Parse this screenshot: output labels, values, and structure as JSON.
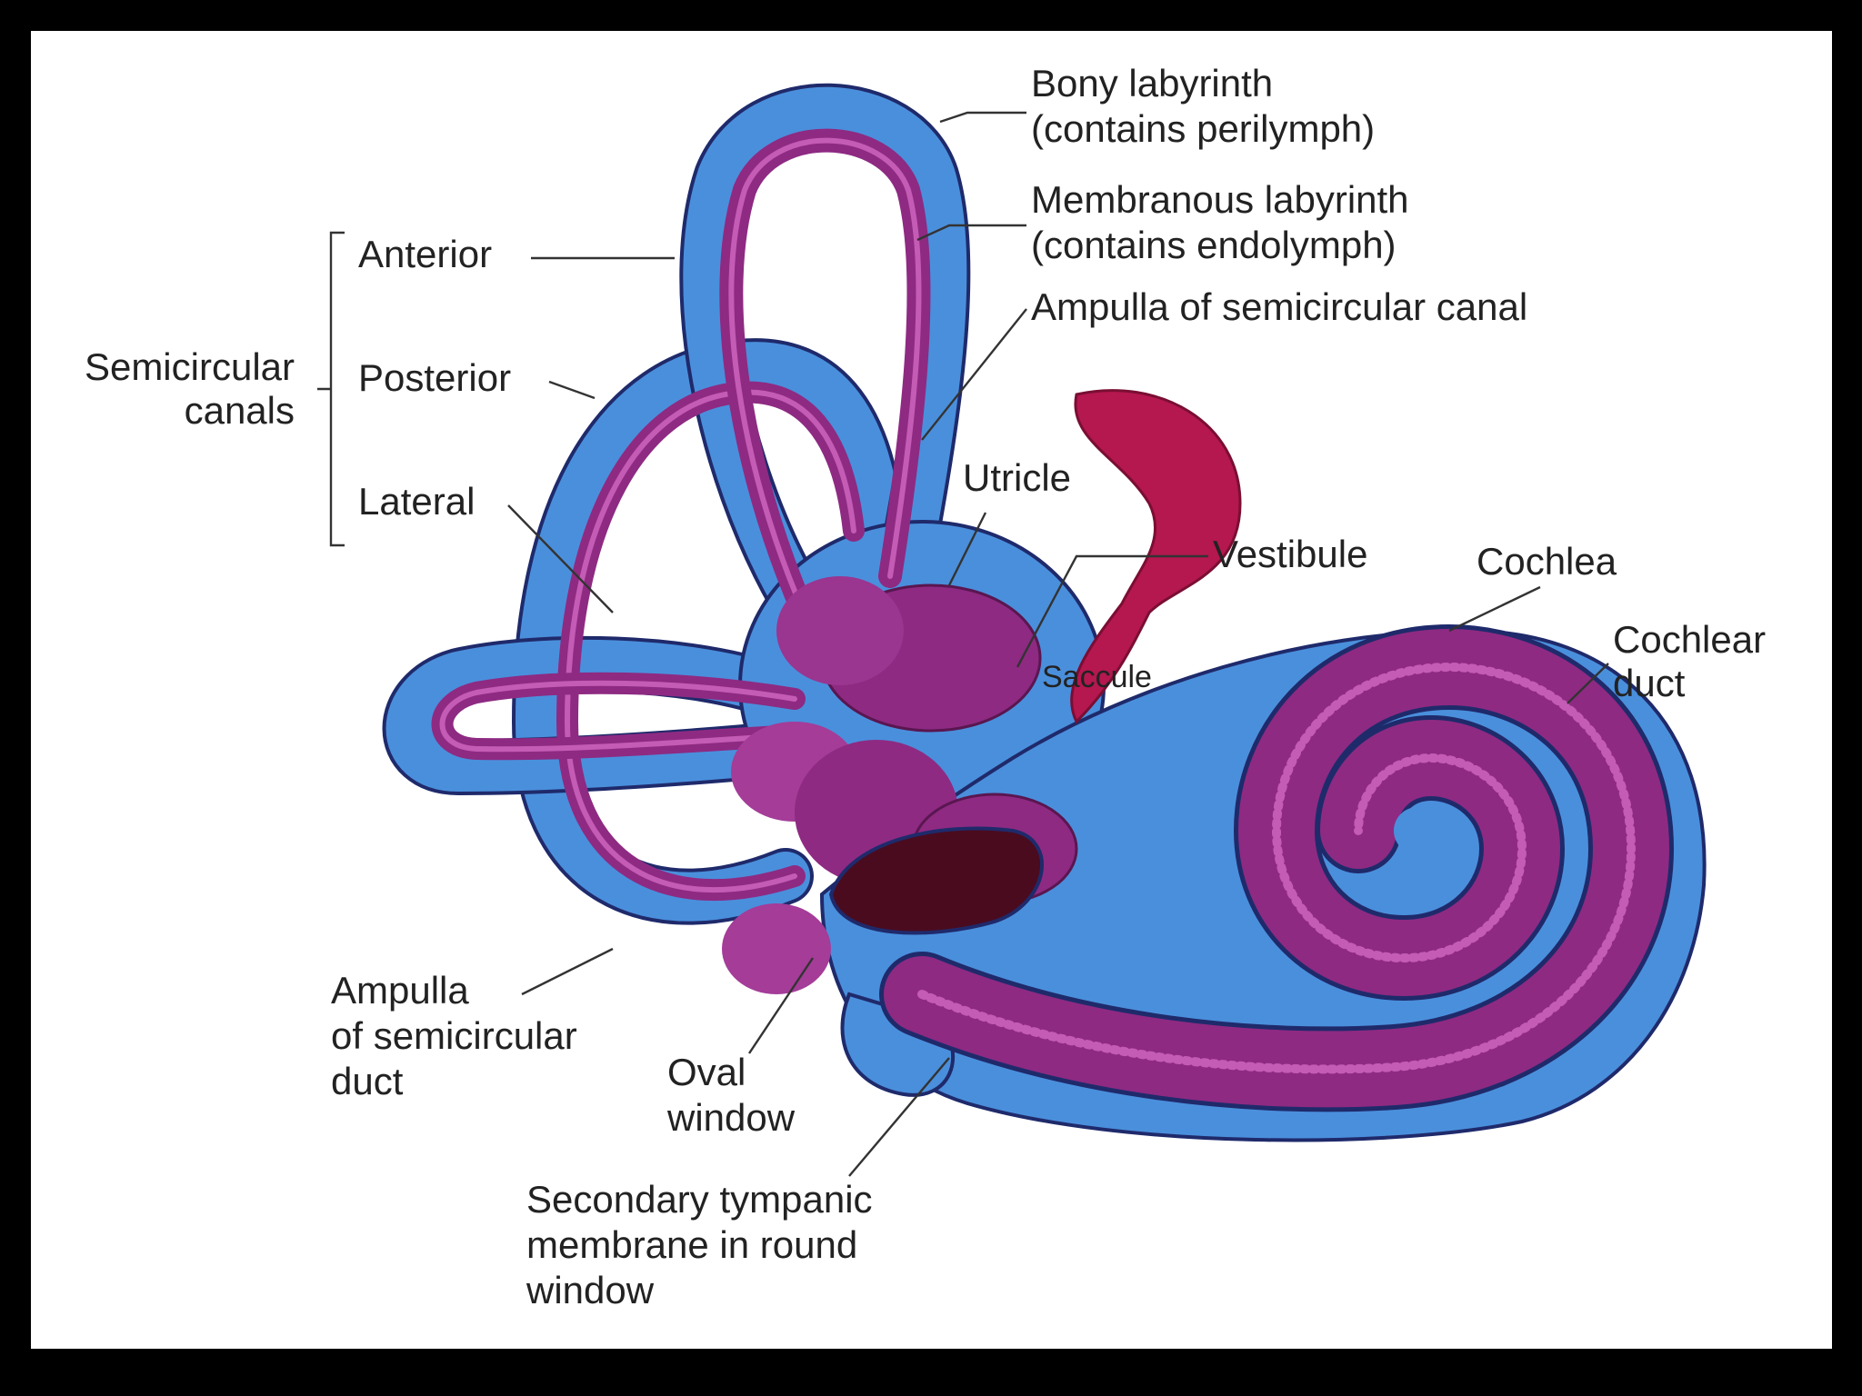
{
  "labels": {
    "bony_labyrinth": [
      "Bony labyrinth",
      "(contains perilymph)"
    ],
    "membranous_labyrinth": [
      "Membranous labyrinth",
      "(contains endolymph)"
    ],
    "ampulla_canal": "Ampulla of semicircular canal",
    "semicircular_canals": [
      "Semicircular",
      "canals"
    ],
    "anterior": "Anterior",
    "posterior": "Posterior",
    "lateral": "Lateral",
    "utricle": "Utricle",
    "vestibule": "Vestibule",
    "cochlea": "Cochlea",
    "cochlear_duct": [
      "Cochlear",
      "duct"
    ],
    "saccule": "Saccule",
    "ampulla_duct": [
      "Ampulla",
      "of semicircular",
      "duct"
    ],
    "oval_window": [
      "Oval",
      "window"
    ],
    "secondary_tympanic": [
      "Secondary tympanic",
      "membrane in round",
      "window"
    ]
  },
  "colors": {
    "bony": "#4a8fdc",
    "membranous": "#8e2a82",
    "endolymphatic_sac": "#b5174f",
    "frame": "#000000",
    "background": "#ffffff"
  }
}
